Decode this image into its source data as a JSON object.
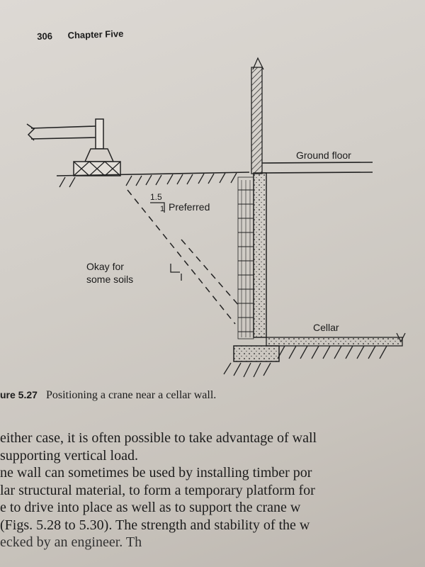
{
  "header": {
    "page_number": "306",
    "chapter": "Chapter Five"
  },
  "figure": {
    "labels": {
      "ground_floor": "Ground floor",
      "preferred": "Preferred",
      "okay_line1": "Okay for",
      "okay_line2": "some soils",
      "cellar": "Cellar",
      "slope_value": "1.5",
      "slope_unit": "1"
    }
  },
  "caption": {
    "number": "ure 5.27",
    "text": "Positioning a crane near a cellar wall."
  },
  "body_lines": [
    "either case, it is often possible to take advantage of wall",
    "supporting vertical load.",
    "ne wall can sometimes be used by installing timber por",
    "lar structural material, to form a temporary platform for",
    "e to drive into place as well as to support the crane w",
    " (Figs. 5.28 to 5.30). The strength and stability of the w",
    "ecked by an engineer. Th"
  ]
}
